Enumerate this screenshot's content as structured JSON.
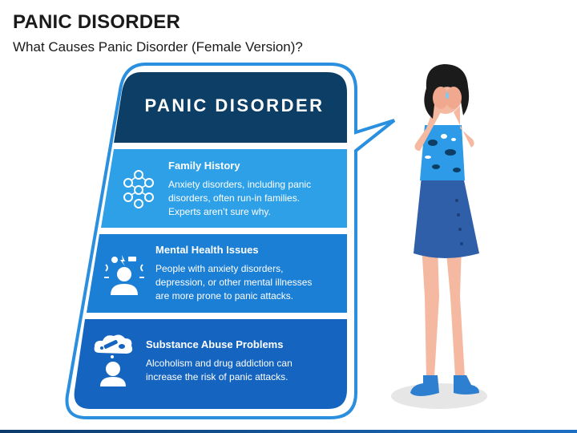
{
  "page": {
    "title": "PANIC DISORDER",
    "subtitle": "What Causes Panic Disorder (Female Version)?"
  },
  "bubble": {
    "header": "PANIC DISORDER",
    "items": [
      {
        "title": "Family History",
        "lines": [
          "Anxiety disorders, including panic",
          "disorders, often run-in families.",
          "Experts aren’t sure why."
        ],
        "icon": "family-tree-icon",
        "color": "#2ea0e8"
      },
      {
        "title": "Mental Health Issues",
        "lines": [
          "People with anxiety disorders,",
          "depression, or other mental illnesses",
          "are more prone to panic attacks."
        ],
        "icon": "stressed-person-icon",
        "color": "#1b7fd6"
      },
      {
        "title": "Substance Abuse Problems",
        "lines": [
          "Alcoholism and drug addiction can",
          "increase the risk of panic attacks."
        ],
        "icon": "substance-thought-icon",
        "color": "#1565c0"
      }
    ]
  },
  "colors": {
    "header_bg": "#0d3f66",
    "outline": "#2b8fe0",
    "dress": "#2f5fa8",
    "skin": "#f4b9a0",
    "hair": "#1b1b1b"
  }
}
